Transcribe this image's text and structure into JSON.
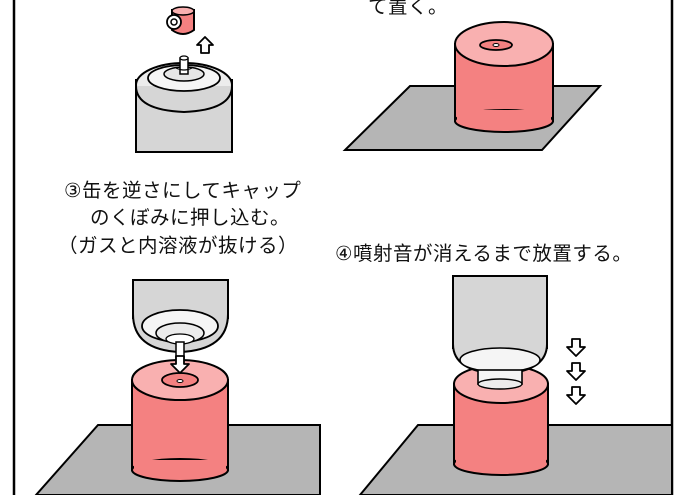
{
  "step2": {
    "caption_tail": "て置く。"
  },
  "step3": {
    "caption_line1": "③缶を逆さにしてキャップ",
    "caption_line2": "のくぼみに押し込む。",
    "caption_line3": "（ガスと内溶液が抜ける）"
  },
  "step4": {
    "caption": "④噴射音が消えるまで放置する。"
  },
  "colors": {
    "cap_fill": "#f48181",
    "cap_top": "#f9b0b0",
    "can_body": "#d6d6d6",
    "can_top": "#ececec",
    "floor": "#b5b5b5",
    "outline": "#000000",
    "arrow_fill": "#ffffff"
  },
  "icons": [
    "arrow-up-icon",
    "arrow-down-icon"
  ]
}
